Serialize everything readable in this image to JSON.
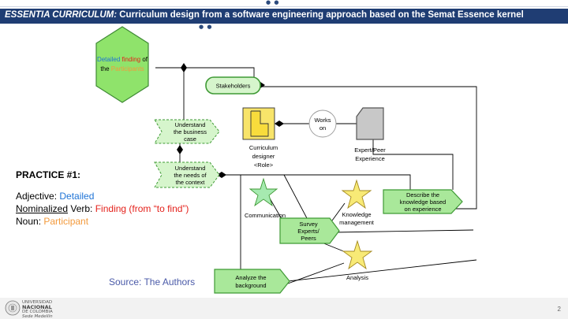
{
  "header": {
    "title_italic": "ESSENTIA CURRICULUM:",
    "title_rest": "Curriculum design from a software engineering approach based on the Semat Essence kernel"
  },
  "diagram": {
    "hexagon": {
      "line1": "Detailed",
      "line1b": "finding",
      "line1c": "of",
      "line2a": "the",
      "line2b": "Participants"
    },
    "stakeholders": "Stakeholders",
    "understand_business": [
      "Understand",
      "the business",
      "case"
    ],
    "understand_needs": [
      "Understand",
      "the needs of",
      "the context"
    ],
    "curriculum_designer": [
      "Curriculum",
      "designer",
      "<Role>"
    ],
    "works_on": [
      "Works",
      "on"
    ],
    "expert_peer": [
      "Expert/Peer",
      "Experience"
    ],
    "communication": "Communication",
    "knowledge_management": [
      "Knowledge",
      "management"
    ],
    "describe_knowledge": [
      "Describe the",
      "knowledge based",
      "on experience"
    ],
    "survey_experts": [
      "Survey",
      "Experts/",
      "Peers"
    ],
    "analysis": "Analysis",
    "analyze_background": [
      "Analyze the",
      "background"
    ]
  },
  "practice": {
    "heading": "PRACTICE #1:",
    "adjective_label": "Adjective: ",
    "adjective_value": "Detailed",
    "verb_label_a": "Nominalized",
    "verb_label_b": " Verb: ",
    "verb_value": "Finding (from “to find”)",
    "noun_label": "Noun: ",
    "noun_value": "Participant"
  },
  "source": "Source: The Authors",
  "footer": {
    "logo_small": "UNIVERSIDAD",
    "logo_big": "NACIONAL",
    "logo_de": "DE COLOMBIA",
    "logo_sede": "Sede Medellín",
    "page_number": "2"
  },
  "colors": {
    "title_bg": "#1f3d73",
    "hexagon_fill": "#8fe36b",
    "activity_fill": "#d6f5cc",
    "activity_stroke": "#3f9a35",
    "role_fill": "#f8e46a",
    "star_green": "#a6eab0",
    "star_yellow": "#f8ea76",
    "adjective": "#1e73d6",
    "verb": "#e4211b",
    "noun": "#f39a3c"
  }
}
